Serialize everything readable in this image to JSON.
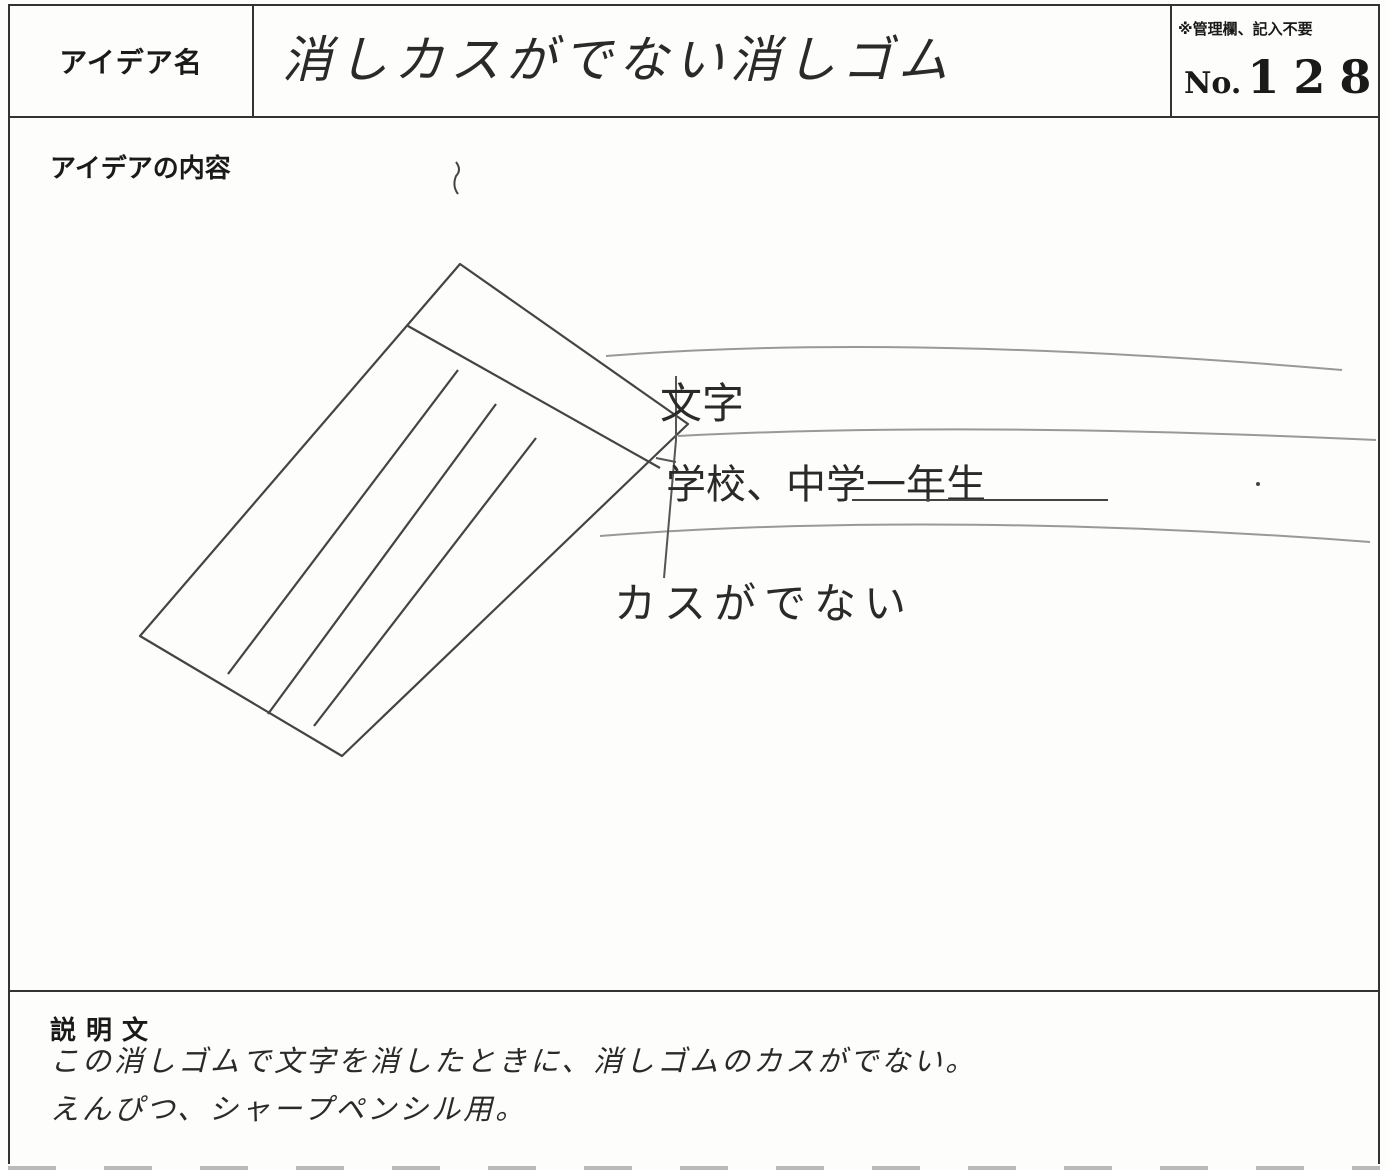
{
  "header": {
    "name_label": "アイデア名",
    "name_value": "消しカスがでない消しゴム",
    "admin_note": "※管理欄、記入不要",
    "admin_no_prefix": "No.",
    "admin_no_value": "128"
  },
  "content": {
    "label": "アイデアの内容",
    "sketch_labels": {
      "moji": "文字",
      "school": "学校、中学一年生",
      "no_debris": "カスがでない"
    }
  },
  "description": {
    "label": "説明文",
    "line1": "この消しゴムで文字を消したときに、消しゴムのカスがでない。",
    "line2": "えんぴつ、シャープペンシル用。"
  },
  "colors": {
    "ink": "#2a2a2a",
    "frame": "#333333",
    "paper": "#fdfdfc"
  }
}
